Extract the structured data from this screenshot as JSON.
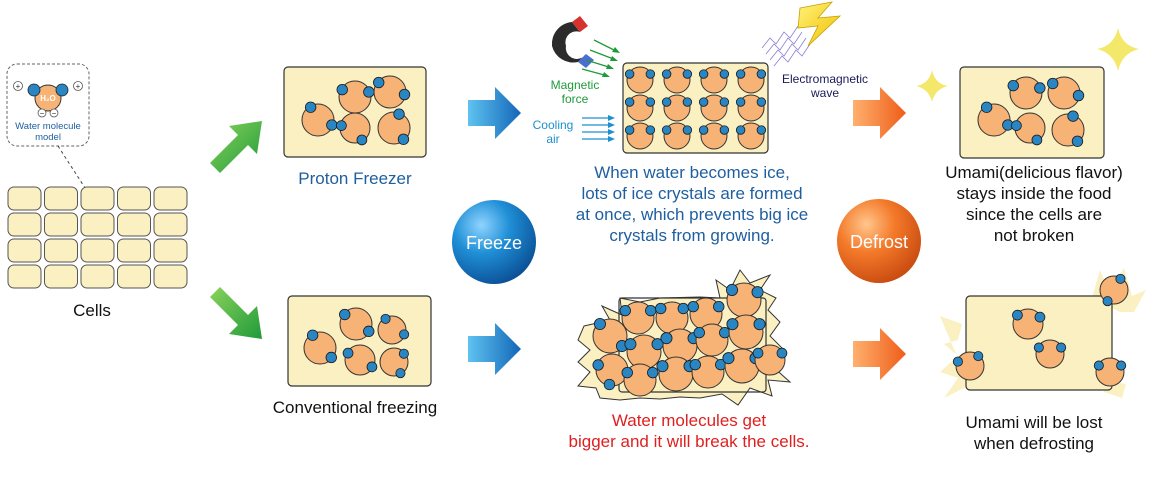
{
  "labels": {
    "molecule_model_line1": "Water molecule",
    "molecule_model_line2": "model",
    "h2o": "H₂O",
    "plus": "+",
    "minus": "−",
    "cells": "Cells",
    "proton_freezer": "Proton Freezer",
    "conventional_freezing": "Conventional freezing",
    "magnetic_line1": "Magnetic",
    "magnetic_line2": "force",
    "cooling_line1": "Cooling",
    "cooling_line2": "air",
    "em_line1": "Electromagnetic",
    "em_line2": "wave",
    "freeze": "Freeze",
    "defrost": "Defrost"
  },
  "texts": {
    "proton_result": [
      "When water becomes ice,",
      "lots of ice crystals are formed",
      "at once, which prevents big ice",
      "crystals from growing."
    ],
    "conventional_result": [
      "Water molecules get",
      "bigger and it will break the cells."
    ],
    "umami_kept": [
      "Umami(delicious flavor)",
      "stays inside the food",
      "since the cells are",
      "not broken"
    ],
    "umami_lost": [
      "Umami will be lost",
      "when defrosting"
    ]
  },
  "colors": {
    "cell_fill": "#fbf0c2",
    "molecule_orange": "#f6b375",
    "molecule_blue": "#2a86c3",
    "blue_text": "#1f5fa0",
    "red_text": "#e02020",
    "green_text": "#1f9a3a",
    "green_arrow": "#3fb54a",
    "blue_arrow": "#1e90d0",
    "orange_arrow": "#f47a2a",
    "freeze_circle": "#1a86d0",
    "defrost_circle": "#f36f21"
  }
}
